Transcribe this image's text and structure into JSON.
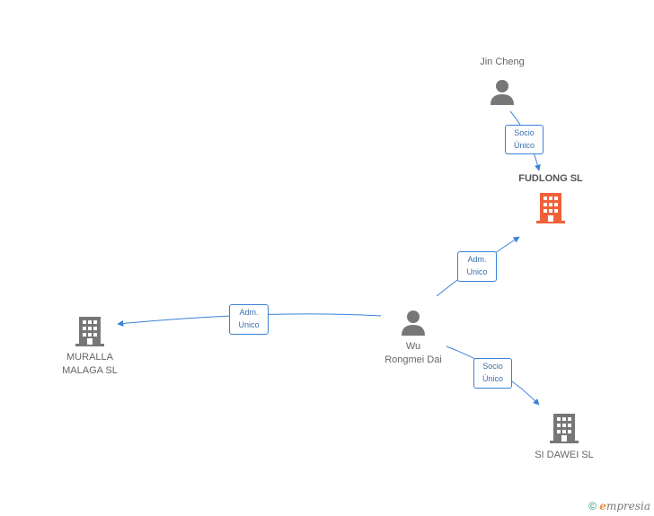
{
  "nodes": {
    "jin_cheng": {
      "label": "Jin Cheng",
      "type": "person"
    },
    "fudlong": {
      "label": "FUDLONG SL",
      "type": "company",
      "highlight": true,
      "color": "#f0603a"
    },
    "wu": {
      "label_line1": "Wu",
      "label_line2": "Rongmei Dai",
      "type": "person"
    },
    "muralla": {
      "label_line1": "MURALLA",
      "label_line2": "MALAGA SL",
      "type": "company"
    },
    "si_dawei": {
      "label": "SI DAWEI SL",
      "type": "company"
    }
  },
  "edges": {
    "jin_to_fudlong": {
      "line1": "Socio",
      "line2": "Único"
    },
    "wu_to_fudlong": {
      "line1": "Adm.",
      "line2": "Unico"
    },
    "wu_to_muralla": {
      "line1": "Adm.",
      "line2": "Unico"
    },
    "wu_to_sidawei": {
      "line1": "Socio",
      "line2": "Único"
    }
  },
  "colors": {
    "edge": "#3b82d6",
    "person_icon": "#777777",
    "company_icon": "#777777"
  },
  "footer": {
    "copyright": "©",
    "brand_first": "e",
    "brand_rest": "mpresia"
  }
}
